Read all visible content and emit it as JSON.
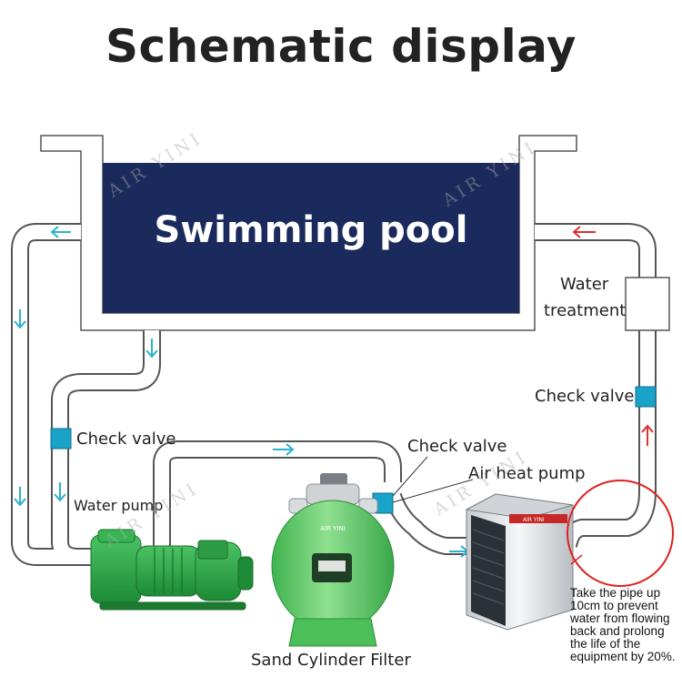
{
  "title": "Schematic display",
  "pool_label": "Swimming pool",
  "labels": {
    "water_treatment_line1": "Water",
    "water_treatment_line2": "treatment",
    "check_valve_right": "Check valve",
    "check_valve_left": "Check valve",
    "check_valve_mid": "Check valve",
    "air_heat_pump": "Air heat pump",
    "water_pump": "Water pump",
    "sand_filter": "Sand Cylinder Filter",
    "filter_brand": "AIR YINI",
    "heat_pump_brand": "AIR YINI"
  },
  "note_lines": [
    "Take the pipe up",
    "10cm to prevent",
    "water from flowing",
    "back and prolong",
    "the life of the",
    "equipment by 20%."
  ],
  "watermark": "AIR YINI",
  "colors": {
    "pool_water": "#1b2a5c",
    "pipe_stroke": "#555555",
    "pipe_fill": "#ffffff",
    "valve": "#1aa3c8",
    "flow_arrow": "#2bb3cc",
    "return_arrow": "#e03030",
    "pump_green": "#27a844",
    "filter_green": "#5fcf6a",
    "heat_pump_body": "#e8ebee",
    "highlight_circle": "#e02020"
  },
  "icons": [
    "flow-arrow-icon",
    "check-valve-icon",
    "highlight-circle-icon"
  ]
}
